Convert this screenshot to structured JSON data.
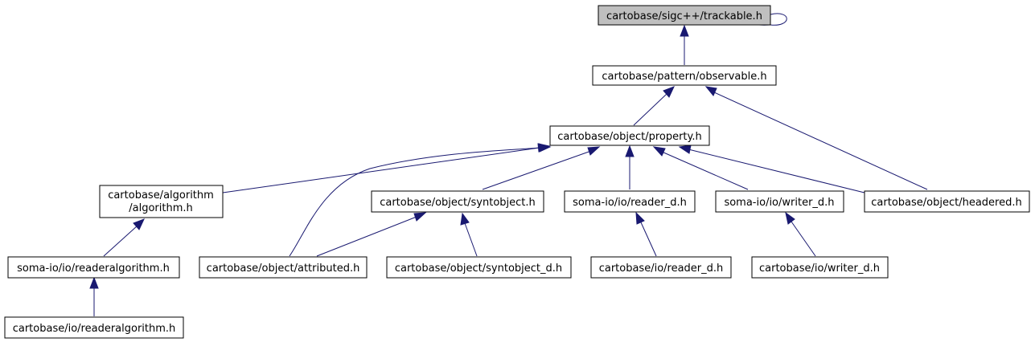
{
  "diagram": {
    "nodes": {
      "trackable": "cartobase/sigc++/trackable.h",
      "observable": "cartobase/pattern/observable.h",
      "property": "cartobase/object/property.h",
      "algorithm_line1": "cartobase/algorithm",
      "algorithm_line2": "/algorithm.h",
      "syntobject": "cartobase/object/syntobject.h",
      "reader_d_soma": "soma-io/io/reader_d.h",
      "writer_d_soma": "soma-io/io/writer_d.h",
      "headered": "cartobase/object/headered.h",
      "readeralgorithm_soma": "soma-io/io/readeralgorithm.h",
      "attributed": "cartobase/object/attributed.h",
      "syntobject_d": "cartobase/object/syntobject_d.h",
      "reader_d": "cartobase/io/reader_d.h",
      "writer_d": "cartobase/io/writer_d.h",
      "readeralgorithm": "cartobase/io/readeralgorithm.h"
    },
    "colors": {
      "edge": "#191970",
      "root_fill": "#bfbfbf",
      "node_fill": "#ffffff"
    }
  }
}
